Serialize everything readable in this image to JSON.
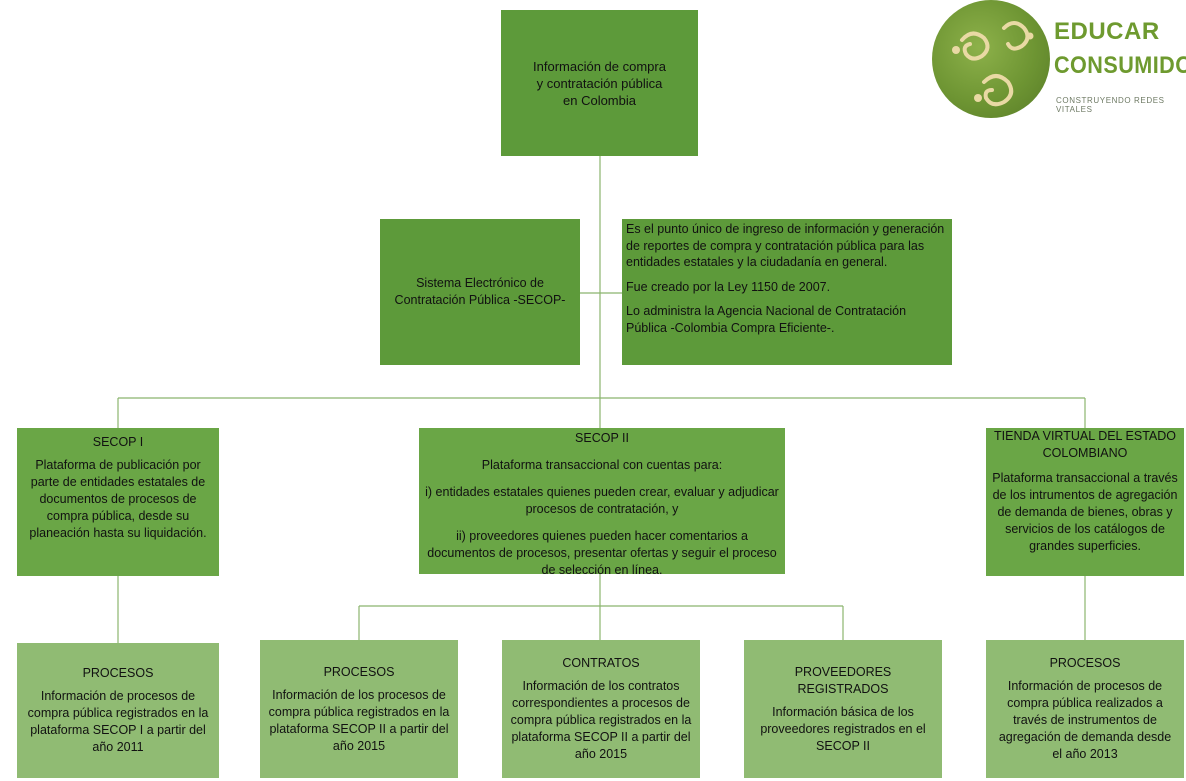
{
  "logo": {
    "line1": "EDUCAR",
    "line2": "CONSUMIDORES",
    "tagline": "CONSTRUYENDO  REDES VITALES",
    "brand_color": "#6e9a2f"
  },
  "colors": {
    "dark": "#5d9a3a",
    "mid": "#6aa646",
    "light": "#90bb73"
  },
  "root": {
    "text": "Información de compra y contratación pública en Colombia"
  },
  "secop": {
    "title": "Sistema Electrónico de Contratación Pública -SECOP-",
    "desc": [
      "Es el punto único de ingreso de información y generación de reportes de compra y contratación pública para las entidades estatales y la ciudadanía en general.",
      "Fue creado por la Ley 1150 de 2007.",
      "Lo administra la Agencia Nacional de Contratación Pública -Colombia Compra Eficiente-."
    ]
  },
  "secop1": {
    "title": "SECOP I",
    "text": "Plataforma de publicación por parte de entidades estatales de documentos de procesos de compra pública, desde su planeación hasta su liquidación."
  },
  "secop2": {
    "title": "SECOP II",
    "intro": "Plataforma transaccional con cuentas para:",
    "item1": "i) entidades estatales quienes pueden crear, evaluar y adjudicar procesos de contratación, y",
    "item2": "ii) proveedores quienes pueden hacer comentarios a documentos de procesos, presentar ofertas y seguir el proceso de selección en línea."
  },
  "tienda": {
    "title": "TIENDA VIRTUAL DEL ESTADO COLOMBIANO",
    "text": "Plataforma transaccional a través de los intrumentos de agregación de demanda de bienes, obras y servicios de los catálogos de grandes superficies."
  },
  "leaves": [
    {
      "title": "PROCESOS",
      "text": "Información de procesos de compra pública registrados en la plataforma SECOP I a partir del año 2011"
    },
    {
      "title": "PROCESOS",
      "text": "Información de los procesos de compra pública registrados en la plataforma SECOP II a partir del año 2015"
    },
    {
      "title": "CONTRATOS",
      "text": "Información de los contratos correspondientes a procesos de compra pública registrados en la plataforma SECOP II a partir del año 2015"
    },
    {
      "title": "PROVEEDORES REGISTRADOS",
      "text": "Información básica de los proveedores registrados en el SECOP II"
    },
    {
      "title": "PROCESOS",
      "text": "Información de procesos de compra pública realizados a través de instrumentos de agregación de demanda desde el año 2013"
    }
  ]
}
